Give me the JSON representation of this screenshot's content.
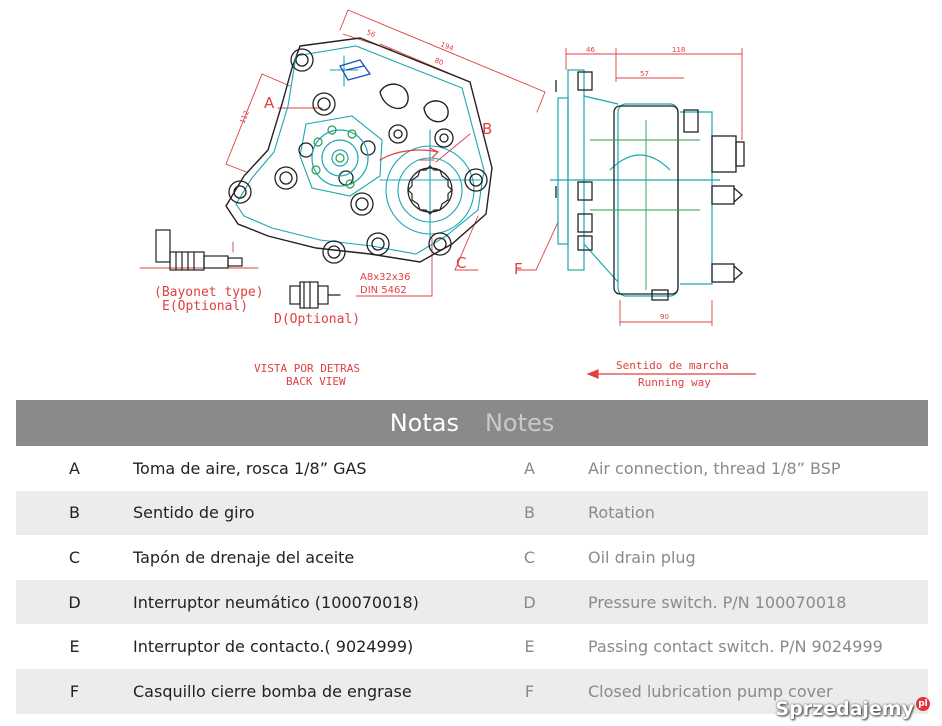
{
  "drawing": {
    "labels": {
      "A": "A",
      "B": "B",
      "C": "C",
      "F": "F",
      "dim_56": "56",
      "dim_80": "80",
      "dim_194": "194",
      "dim_112": "112",
      "dim_46": "46",
      "dim_118": "118",
      "dim_57": "57",
      "dim_90": "90",
      "spline_1": "A8x32x36",
      "spline_2": "DIN 5462",
      "bayonet_1": "(Bayonet type)",
      "bayonet_2": "E(Optional)",
      "d_optional": "D(Optional)",
      "view_es": "VISTA POR DETRAS",
      "view_en": "BACK VIEW",
      "dir_es": "Sentido de marcha",
      "dir_en": "Running way"
    },
    "colors": {
      "cyan": "#1aa7b3",
      "red": "#e04040",
      "black": "#222222",
      "green": "#2a9d4a"
    }
  },
  "notes": {
    "title_es": "Notas",
    "title_en": "Notes",
    "rows": [
      {
        "letter": "A",
        "es": "Toma de aire, rosca 1/8” GAS",
        "en": "Air connection, thread 1/8” BSP"
      },
      {
        "letter": "B",
        "es": "Sentido de giro",
        "en": "Rotation"
      },
      {
        "letter": "C",
        "es": "Tapón de drenaje del aceite",
        "en": "Oil drain plug"
      },
      {
        "letter": "D",
        "es": "Interruptor neumático (100070018)",
        "en": "Pressure switch. P/N 100070018"
      },
      {
        "letter": "E",
        "es": "Interruptor de contacto.( 9024999)",
        "en": "Passing contact switch. P/N 9024999"
      },
      {
        "letter": "F",
        "es": "Casquillo cierre bomba de engrase",
        "en": "Closed lubrication pump cover"
      }
    ]
  },
  "watermark": {
    "text": "Sprzedajemy",
    "badge": "pl"
  }
}
